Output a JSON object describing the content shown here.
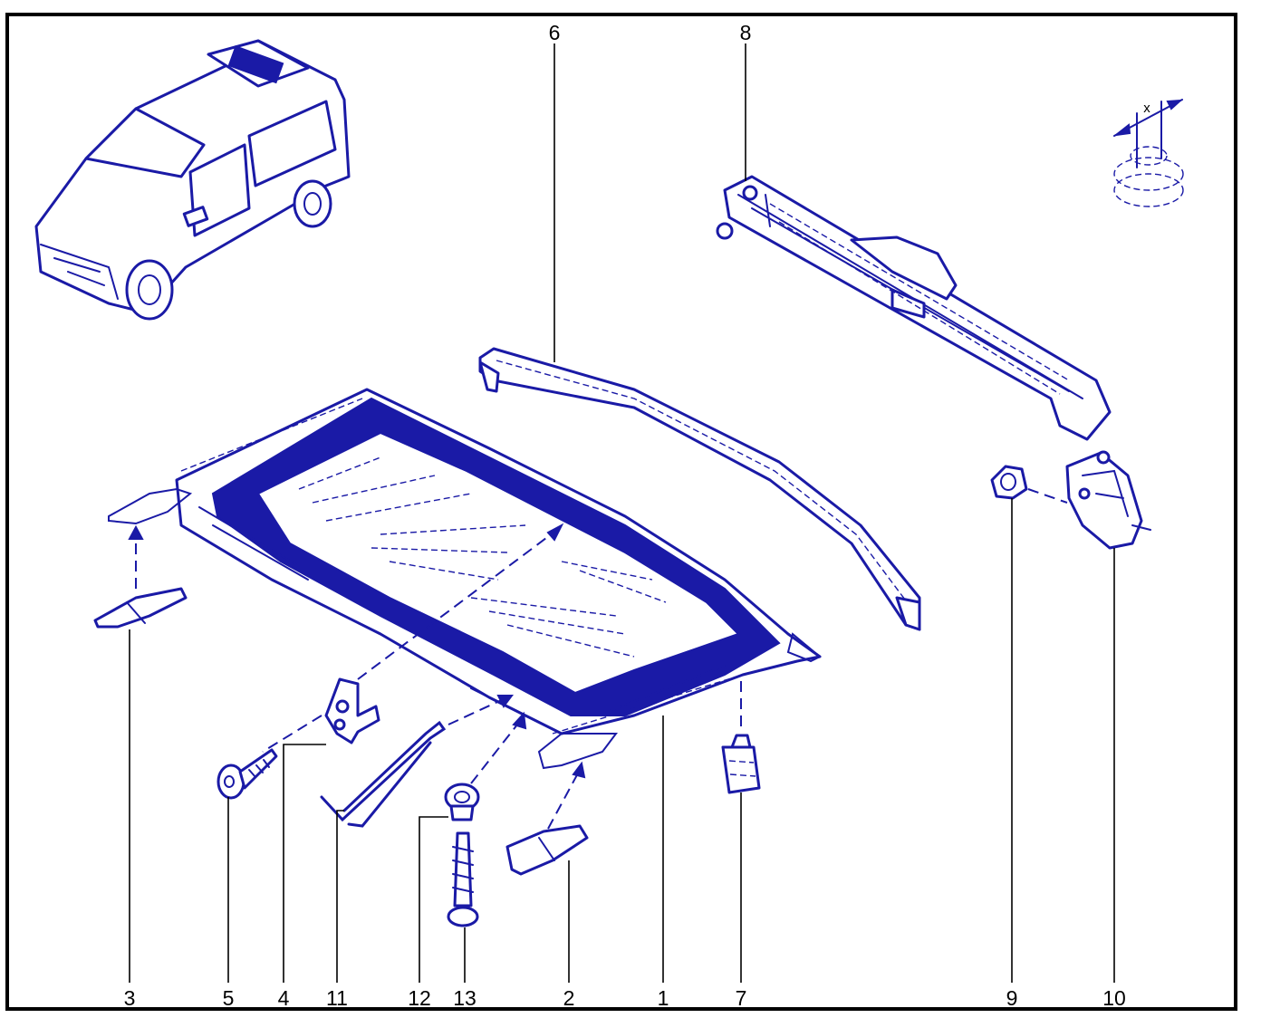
{
  "callouts": {
    "c1": "1",
    "c2": "2",
    "c3": "3",
    "c4": "4",
    "c5": "5",
    "c6": "6",
    "c7": "7",
    "c8": "8",
    "c9": "9",
    "c10": "10",
    "c11": "11",
    "c12": "12",
    "c13": "13"
  },
  "detail_label": "x",
  "colors": {
    "line": "#1a1aa6",
    "frame": "#000000",
    "background": "#ffffff"
  }
}
